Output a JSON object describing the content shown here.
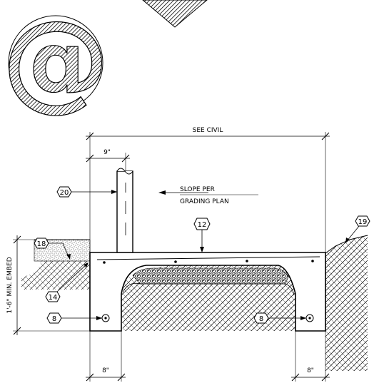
{
  "dimensions": {
    "overall_width": "SEE CIVIL",
    "post_offset": "9\"",
    "left_footing_width": "8\"",
    "right_footing_width": "8\"",
    "embed_depth": "1'-6\" MIN. EMBED"
  },
  "notes": {
    "slope_line1": "SLOPE PER",
    "slope_line2": "GRADING PLAN"
  },
  "callouts": {
    "post": "20",
    "top_slab": "12",
    "right_grade": "19",
    "left_grade": "18",
    "left_joint": "14",
    "left_bar": "8",
    "right_bar": "8"
  },
  "logo": {
    "symbol": "@"
  },
  "colors": {
    "line": "#000000",
    "background": "#ffffff"
  }
}
